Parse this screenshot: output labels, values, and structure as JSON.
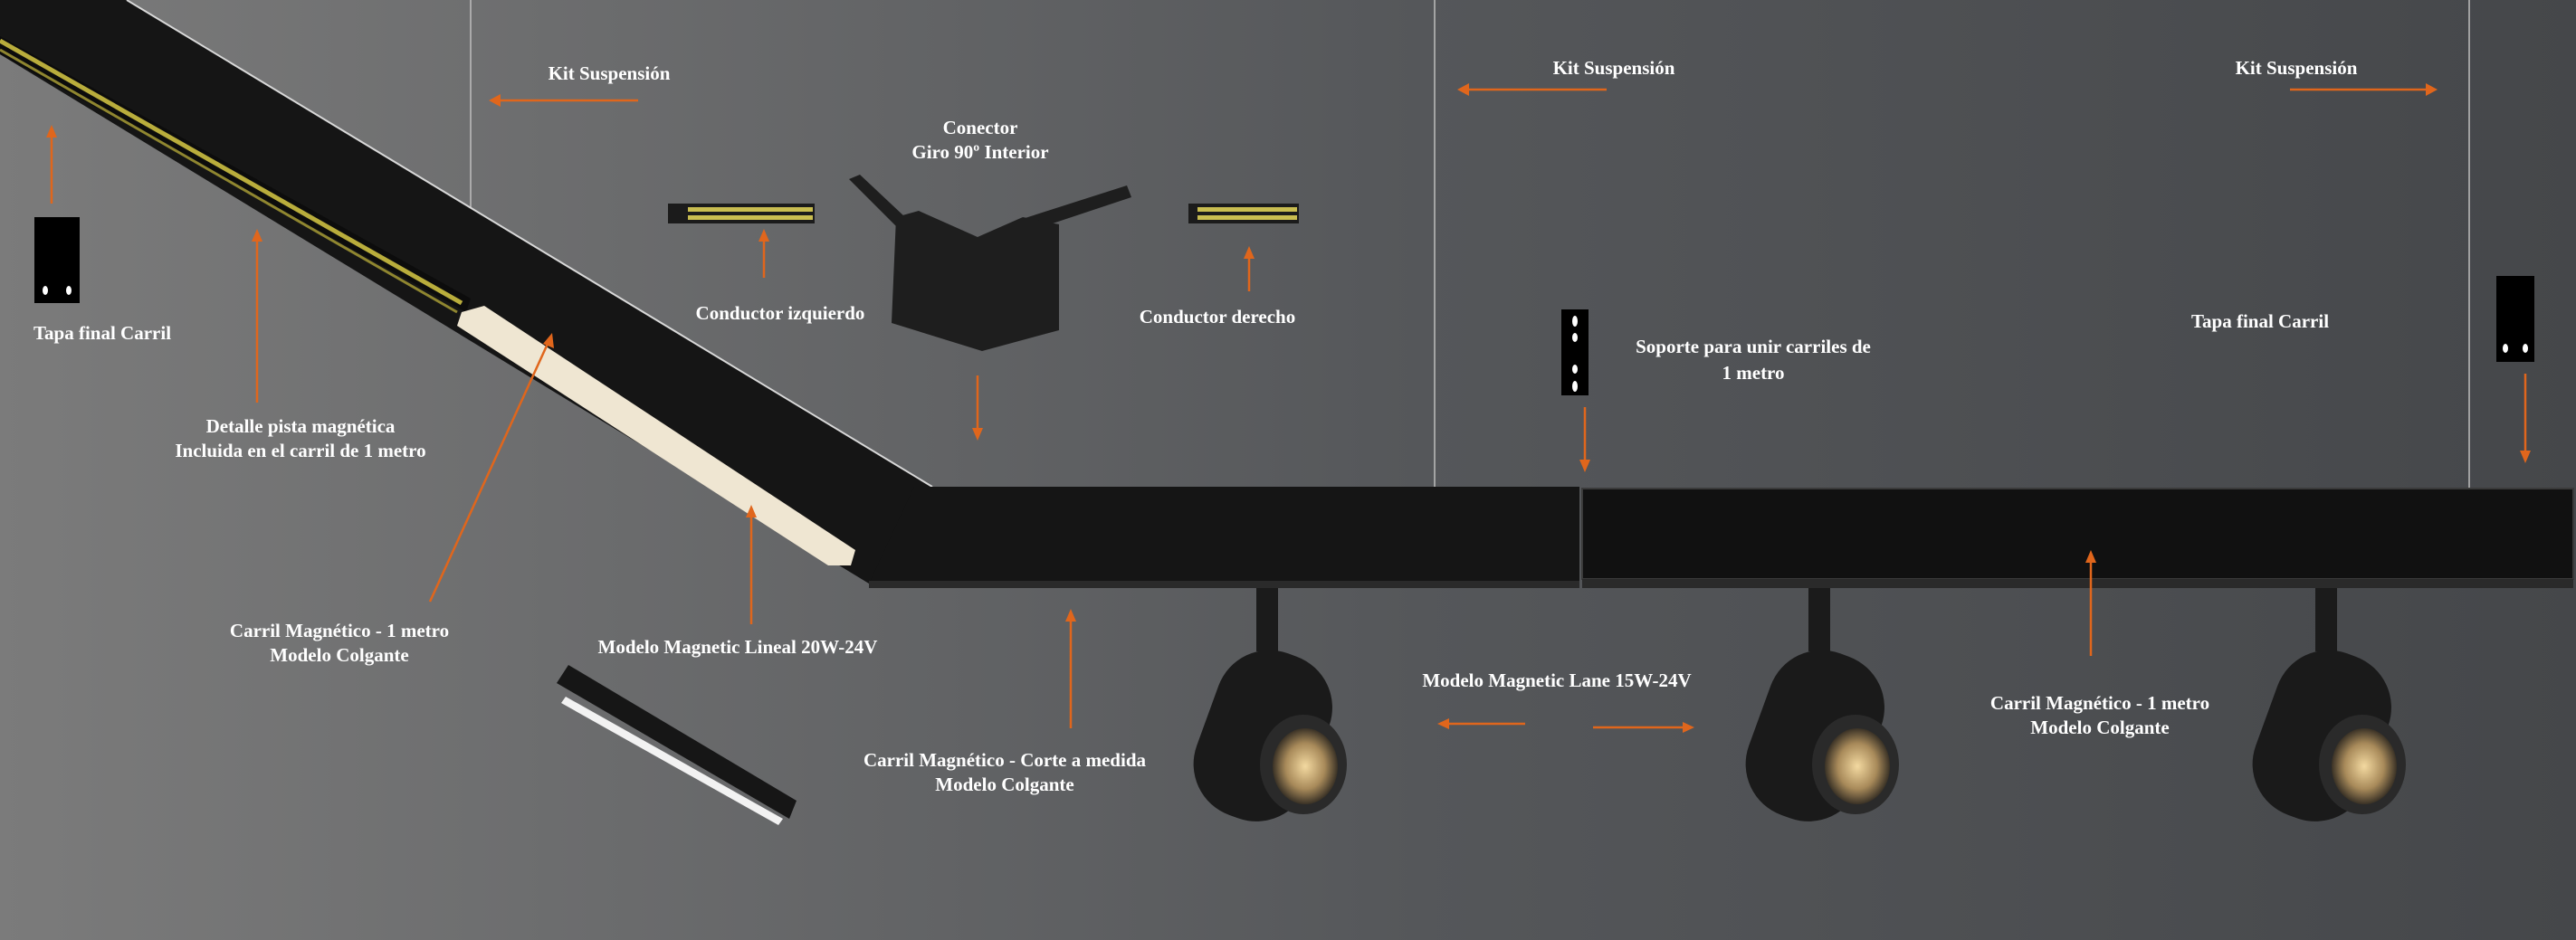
{
  "colors": {
    "accent_arrow": "#e0661c",
    "rail": "#151515",
    "background_left": "#7b7b7b",
    "background_right": "#45474a",
    "track_gold": "#b9ad3c",
    "diffuser": "#efe6d2"
  },
  "labels": {
    "kit_suspension_1": "Kit Suspensión",
    "kit_suspension_2": "Kit Suspensión",
    "kit_suspension_3": "Kit Suspensión",
    "conector_line1": "Conector",
    "conector_line2": "Giro 90º Interior",
    "tapa_final_left": "Tapa final Carril",
    "tapa_final_right": "Tapa final Carril",
    "conductor_izquierdo": "Conductor izquierdo",
    "conductor_derecho": "Conductor derecho",
    "soporte_line1": "Soporte para unir carriles de",
    "soporte_line2": "1 metro",
    "detalle_line1": "Detalle pista magnética",
    "detalle_line2": "Incluida en el carril de 1 metro",
    "carril_left_line1": "Carril Magnético - 1 metro",
    "carril_left_line2": "Modelo Colgante",
    "lineal_model": "Modelo Magnetic Lineal 20W-24V",
    "lane_model": "Modelo Magnetic Lane 15W-24V",
    "corte_line1": "Carril Magnético - Corte a medida",
    "corte_line2": "Modelo Colgante",
    "carril_right_line1": "Carril Magnético - 1 metro",
    "carril_right_line2": "Modelo Colgante"
  }
}
